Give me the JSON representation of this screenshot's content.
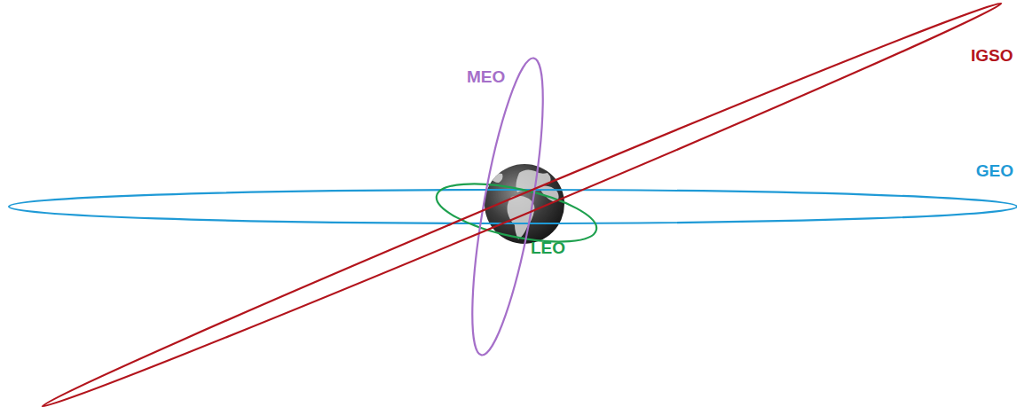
{
  "diagram": {
    "labels": [
      "MEO",
      "IGSO",
      "GEO",
      "LEO"
    ]
  }
}
